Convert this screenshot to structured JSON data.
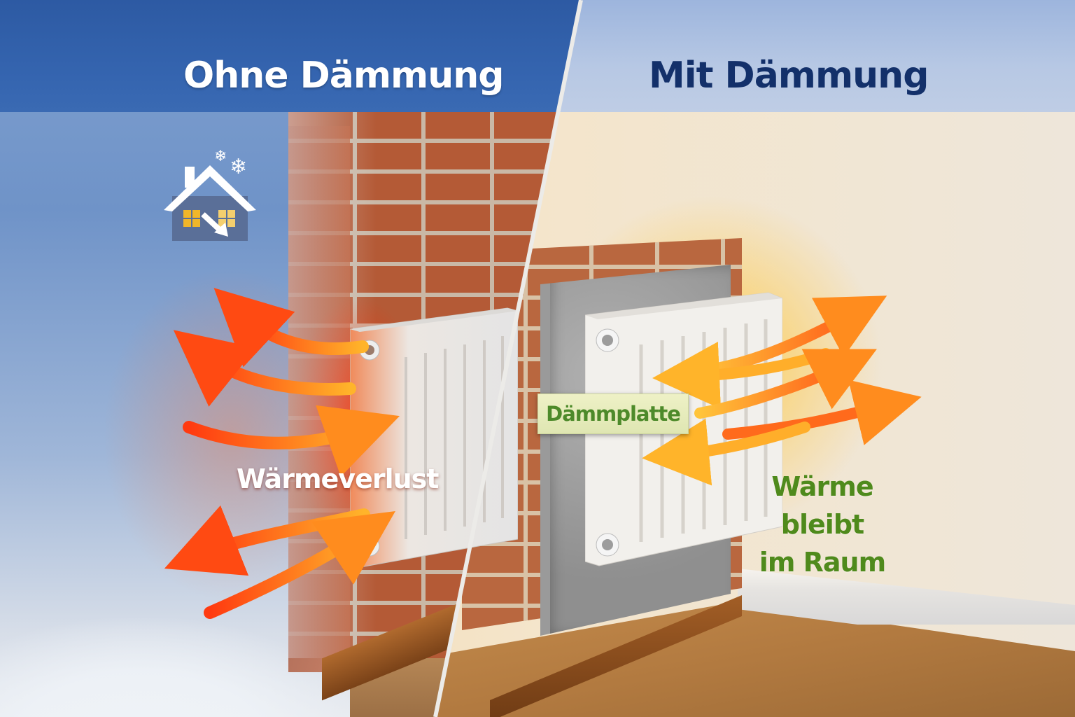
{
  "left_panel": {
    "title": "Ohne Dämmung",
    "label": "Wärmeverlust",
    "icon": "cold-house-heat-loss-icon",
    "arrow_direction": "outward",
    "arrow_count": 6
  },
  "right_panel": {
    "title": "Mit Dämmung",
    "tag": "Dämmplatte",
    "label_line1": "Wärme bleibt",
    "label_line2": "im Raum",
    "arrow_direction": "reflected-inward",
    "arrow_count": 5
  },
  "colors": {
    "left_header": "#2d5aa3",
    "right_header": "#a9bfe0",
    "title_left": "#ffffff",
    "title_right": "#13306a",
    "arrow_hot": "#ff4a12",
    "arrow_warm": "#ffb020",
    "label_green": "#4f8a1c",
    "tag_bg": "#e6ebbb",
    "brick": "#b45a36",
    "insulation": "#9d9d9d"
  }
}
